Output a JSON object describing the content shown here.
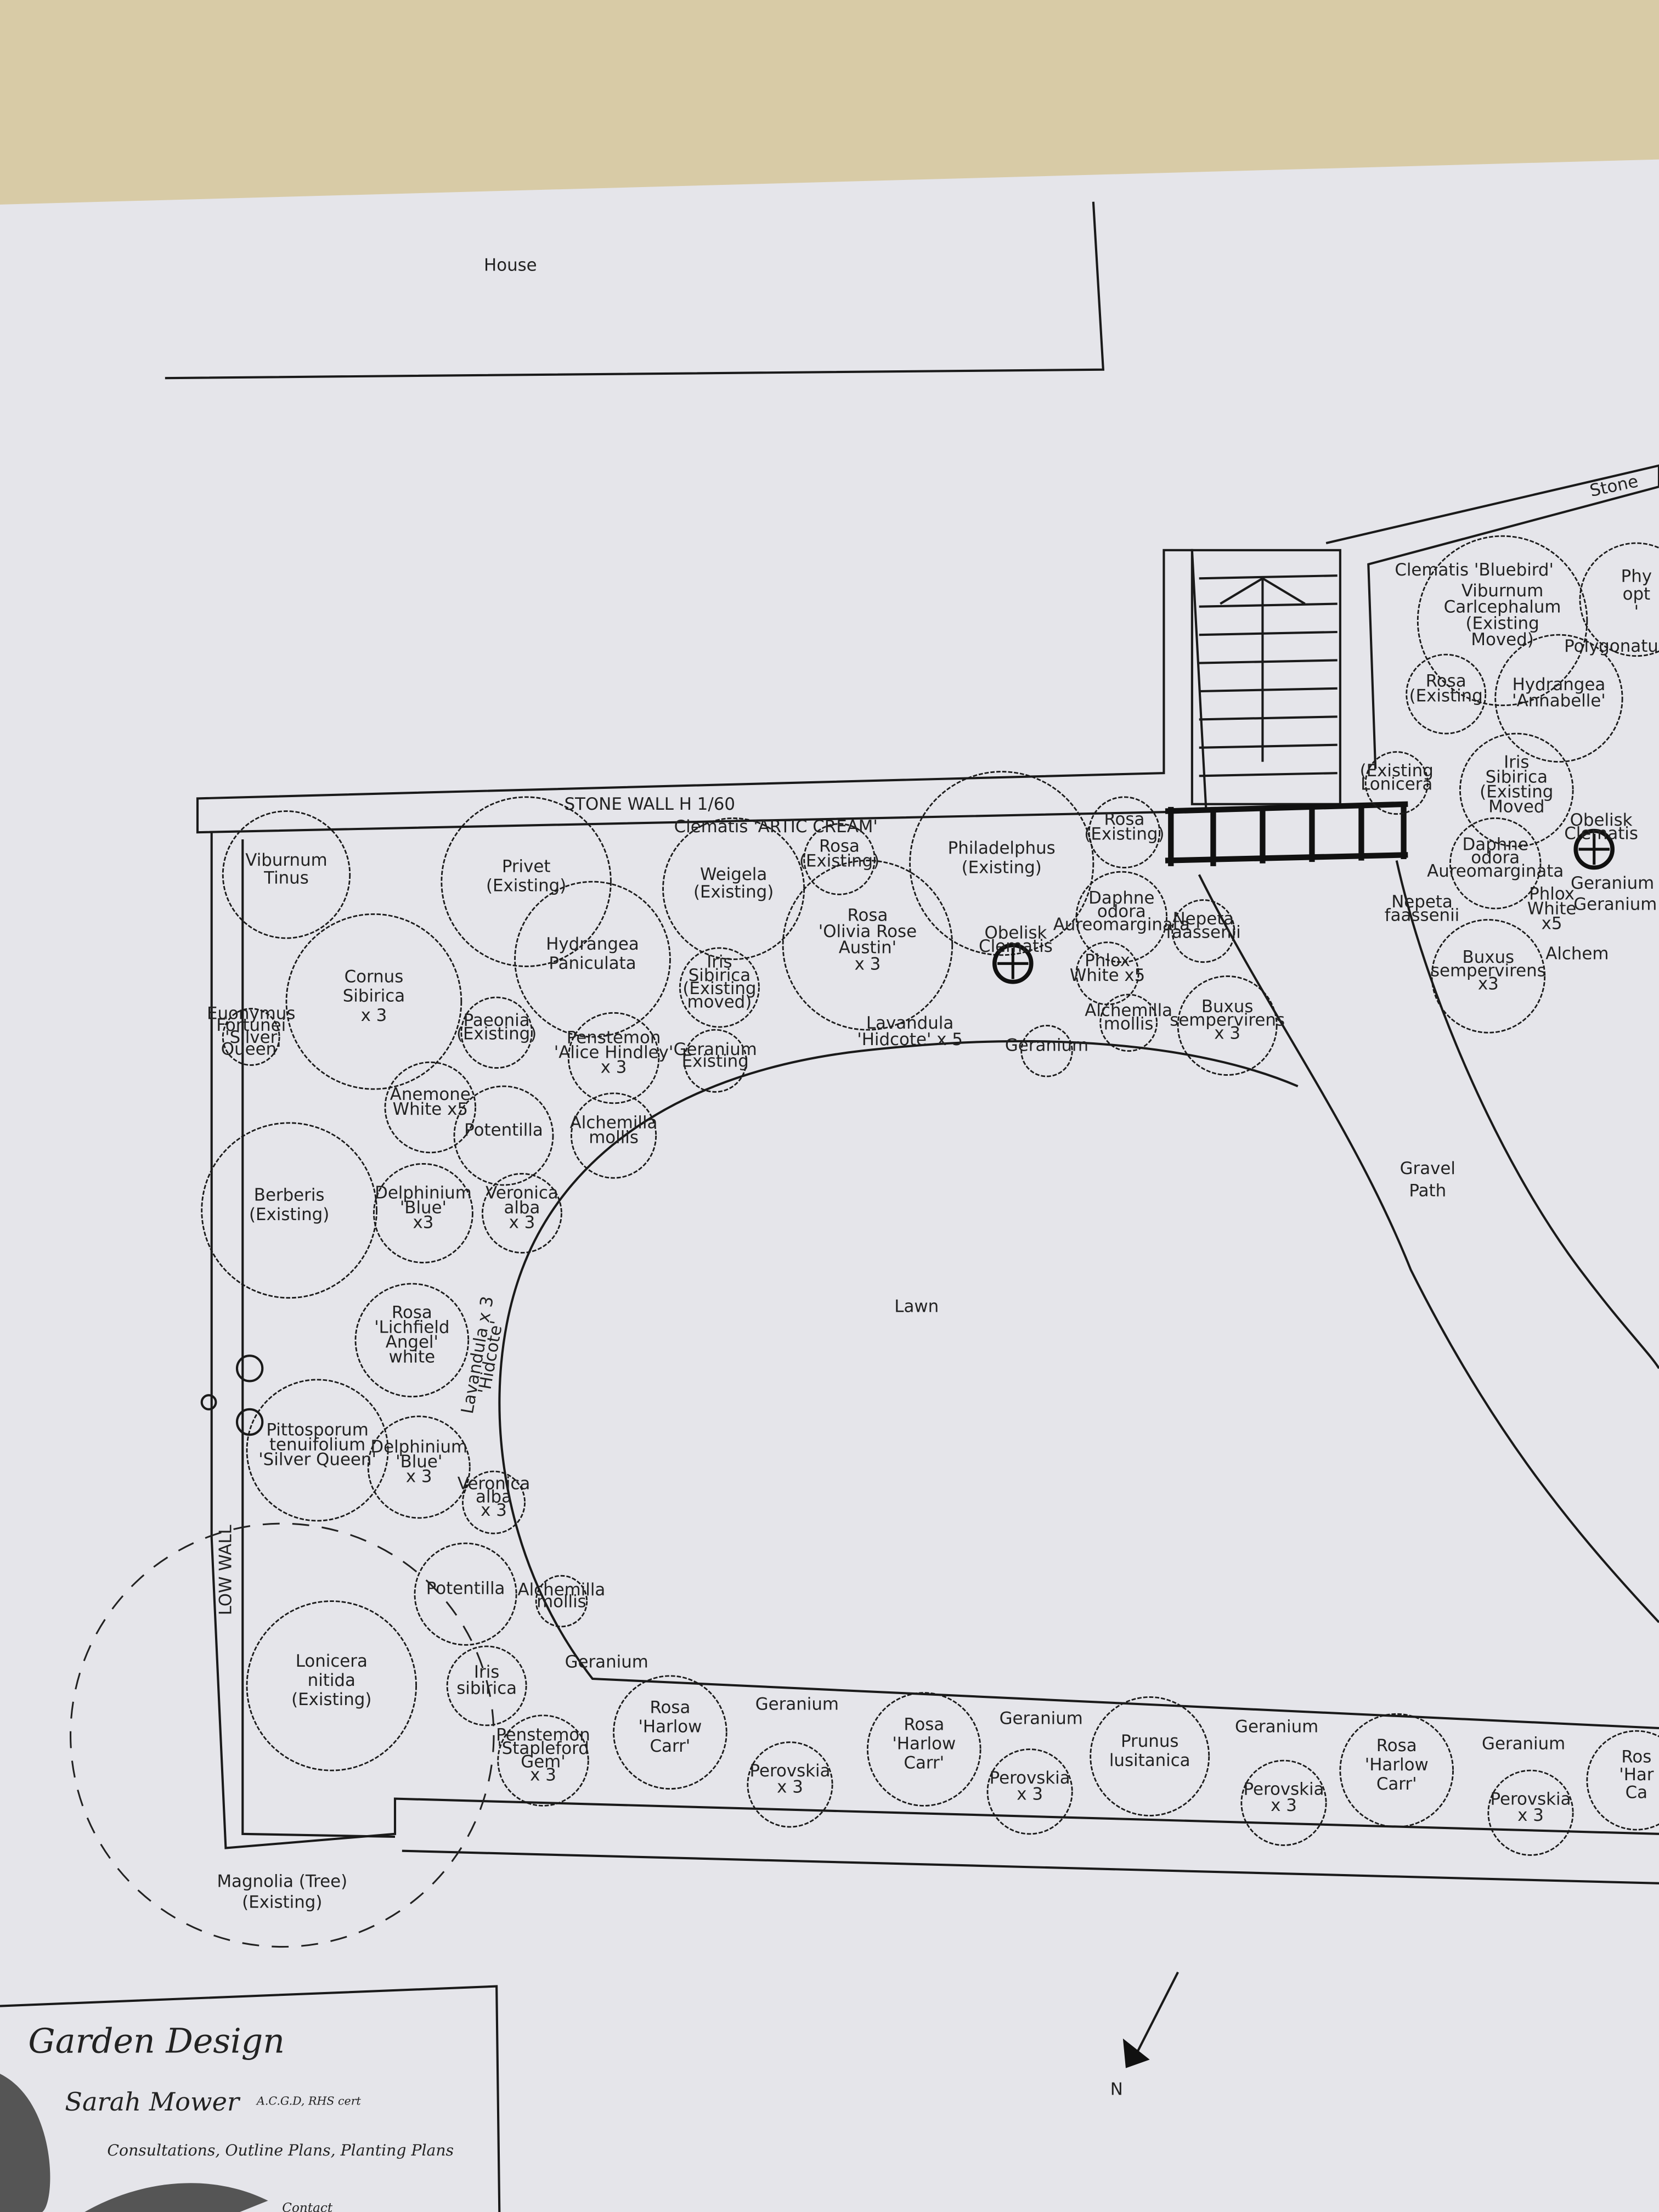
{
  "plan": {
    "house": "House",
    "stone_wall": "STONE WALL H 1/60",
    "stone_right": "Stone",
    "lawn": "Lawn",
    "gravel_path": "Gravel\nPath",
    "low_wall": "LOW WALL",
    "magnolia": "Magnolia (Tree)\n(Existing)",
    "north": "N"
  },
  "plants": [
    {
      "label": "Clematis 'ARTIC CREAM'"
    },
    {
      "label": "Viburnum\nTinus"
    },
    {
      "label": "Privet\n(Existing)"
    },
    {
      "label": "Weigela\n(Existing)"
    },
    {
      "label": "Rosa\n(Existing)"
    },
    {
      "label": "Philadelphus\n(Existing)"
    },
    {
      "label": "Rosa\n(Existing)"
    },
    {
      "label": "Hydrangea\nPaniculata"
    },
    {
      "label": "Rosa\n'Olivia Rose\nAustin'\nx 3"
    },
    {
      "label": "Obelisk\nClematis"
    },
    {
      "label": "Daphne\nodora\nAureomarginata"
    },
    {
      "label": "Nepeta\nfaassenii"
    },
    {
      "label": "Phlox\nWhite x5"
    },
    {
      "label": "Buxus\nsempervirens\nx 3"
    },
    {
      "label": "Geranium"
    },
    {
      "label": "Alchemilla\nmollis"
    },
    {
      "label": "Cornus\nSibirica\nx 3"
    },
    {
      "label": "Euonymus\nFortunei\n'Silver\nQueen'"
    },
    {
      "label": "Iris\nSibirica\n(Existing\nmoved)"
    },
    {
      "label": "Paeonia\n(Existing)"
    },
    {
      "label": "Penstemon\n'Alice Hindley'\nx 3"
    },
    {
      "label": "Geranium\nExisting"
    },
    {
      "label": "Lavandula\n'Hidcote' x 5"
    },
    {
      "label": "Anemone\nWhite x5"
    },
    {
      "label": "Potentilla"
    },
    {
      "label": "Alchemilla\nmollis"
    },
    {
      "label": "Berberis\n(Existing)"
    },
    {
      "label": "Delphinium\n'Blue'\nx3"
    },
    {
      "label": "Veronica\nalba\nx 3"
    },
    {
      "label": "Rosa\n'Lichfield\nAngel'\nwhite"
    },
    {
      "label": "Lavandula x 3\n'Hidcote'"
    },
    {
      "label": "Pittosporum\ntenuifolium\n'Silver Queen'"
    },
    {
      "label": "Delphinium\n'Blue'\nx 3"
    },
    {
      "label": "Veronica\nalba\nx 3"
    },
    {
      "label": "Potentilla"
    },
    {
      "label": "Alchemilla\nmollis"
    },
    {
      "label": "Lonicera\nnitida\n(Existing)"
    },
    {
      "label": "Iris\nsibirica"
    },
    {
      "label": "Geranium"
    },
    {
      "label": "Penstemon\n'Stapleford\nGem'\nx 3"
    },
    {
      "label": "Rosa\n'Harlow\nCarr'"
    },
    {
      "label": "Geranium"
    },
    {
      "label": "Perovskia\nx 3"
    },
    {
      "label": "Rosa\n'Harlow\nCarr'"
    },
    {
      "label": "Geranium"
    },
    {
      "label": "Perovskia\nx 3"
    },
    {
      "label": "Prunus\nlusitanica"
    },
    {
      "label": "Geranium"
    },
    {
      "label": "Perovskia\nx 3"
    },
    {
      "label": "Rosa\n'Harlow\nCarr'"
    },
    {
      "label": "Geranium"
    },
    {
      "label": "Perovskia\nx 3"
    },
    {
      "label": "Ros\n'Har\nCa"
    },
    {
      "label": "Clematis 'Bluebird'"
    },
    {
      "label": "Viburnum\nCarlcephalum\n(Existing\nMoved)"
    },
    {
      "label": "Phy\nopt\n'"
    },
    {
      "label": "Polygonatum"
    },
    {
      "label": "Rosa\n(Existing"
    },
    {
      "label": "Hydrangea\n'Annabelle'"
    },
    {
      "label": "(Existing\nLonicera"
    },
    {
      "label": "Iris\nSibirica\n(Existing\nMoved"
    },
    {
      "label": "Daphne\nodora\nAureomarginata"
    },
    {
      "label": "Obelisk\nClematis"
    },
    {
      "label": "Nepeta\nfaassenii"
    },
    {
      "label": "Phlox\nWhite\nx5"
    },
    {
      "label": "Geranium"
    },
    {
      "label": "Buxus\nsempervirens\nx3"
    },
    {
      "label": "Alchem"
    },
    {
      "label": "Geranium"
    }
  ],
  "title_block": {
    "title": "Garden Design",
    "designer": "Sarah Mower",
    "credentials": "A.C.G.D, RHS cert",
    "services": "Consultations, Outline Plans, Planting Plans",
    "contact": "Contact"
  }
}
